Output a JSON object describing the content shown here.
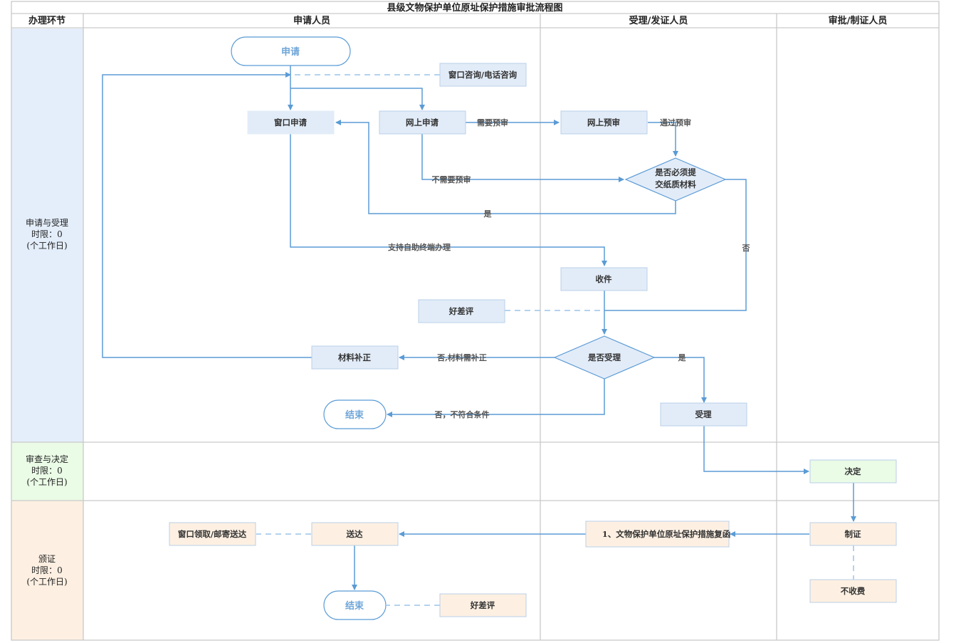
{
  "title": "县级文物保护单位原址保护措施审批流程图",
  "columns": {
    "stage": "办理环节",
    "applicant": "申请人员",
    "acceptor": "受理/发证人员",
    "approver": "审批/制证人员"
  },
  "phases": {
    "apply": {
      "name": "申请与受理",
      "limit": "时限：0",
      "unit": "(个工作日)"
    },
    "review": {
      "name": "审查与决定",
      "limit": "时限：0",
      "unit": "(个工作日)"
    },
    "license": {
      "name": "颁证",
      "limit": "时限：0",
      "unit": "(个工作日)"
    }
  },
  "nodes": {
    "start": "申请",
    "consult": "窗口咨询/电话咨询",
    "window_apply": "窗口申请",
    "online_apply": "网上申请",
    "online_precheck": "网上预审",
    "paper_required": [
      "是否必须提",
      "交纸质材料"
    ],
    "receive": "收件",
    "feedback1": "好差评",
    "accept_decision": "是否受理",
    "supplement": "材料补正",
    "end1": "结束",
    "accept": "受理",
    "decide": "决定",
    "make_cert": "制证",
    "no_fee": "不收费",
    "reply_doc": "1、文物保护单位原址保护措施复函",
    "deliver": "送达",
    "pickup": "窗口领取/邮寄送达",
    "end2": "结束",
    "feedback2": "好差评"
  },
  "edges": {
    "need_precheck": "需要预审",
    "pass_precheck": "通过预审",
    "no_precheck": "不需要预审",
    "yes1": "是",
    "self_service": "支持自助终端办理",
    "no1": "否",
    "need_supplement": "否,材料需补正",
    "yes2": "是",
    "not_qualified": "否，不符合条件"
  },
  "colors": {
    "line": "#5b9bd5",
    "lane_border": "#c9c9c9",
    "apply_band": "#e4eefb",
    "review_band": "#eafbe6",
    "license_band": "#fdf0e2",
    "apply_box": "#e2ecf8",
    "review_box": "#eafbe6",
    "license_box": "#fdf0e2"
  }
}
